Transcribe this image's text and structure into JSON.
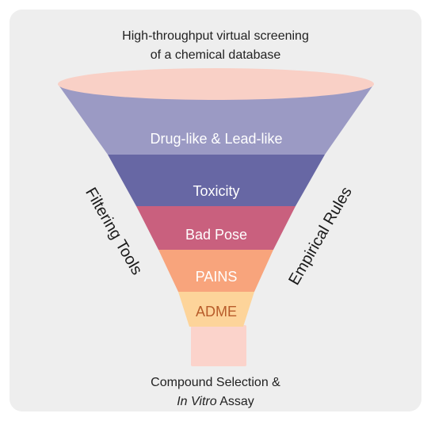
{
  "header": {
    "line1": "High-throughput virtual screening",
    "line2": "of a chemical database"
  },
  "layers": [
    {
      "label": "Drug-like & Lead-like",
      "color": "#9b9ac4",
      "text_color": "#ffffff"
    },
    {
      "label": "Toxicity",
      "color": "#6767a4",
      "text_color": "#ffffff"
    },
    {
      "label": "Bad Pose",
      "color": "#c9607e",
      "text_color": "#ffffff"
    },
    {
      "label": "PAINS",
      "color": "#f8a47c",
      "text_color": "#ffffff"
    },
    {
      "label": "ADME",
      "color": "#fdd49a",
      "text_color": "#b85c2a"
    }
  ],
  "side_labels": {
    "left": "Filtering Tools",
    "right": "Empirical Rules"
  },
  "footer": {
    "line1": "Compound Selection &",
    "line2_italic": "In Vitro",
    "line2_rest": " Assay"
  },
  "colors": {
    "rim": "#f9d0c6",
    "spout": "#fbd3cb",
    "background_panel": "#eeeeee"
  }
}
